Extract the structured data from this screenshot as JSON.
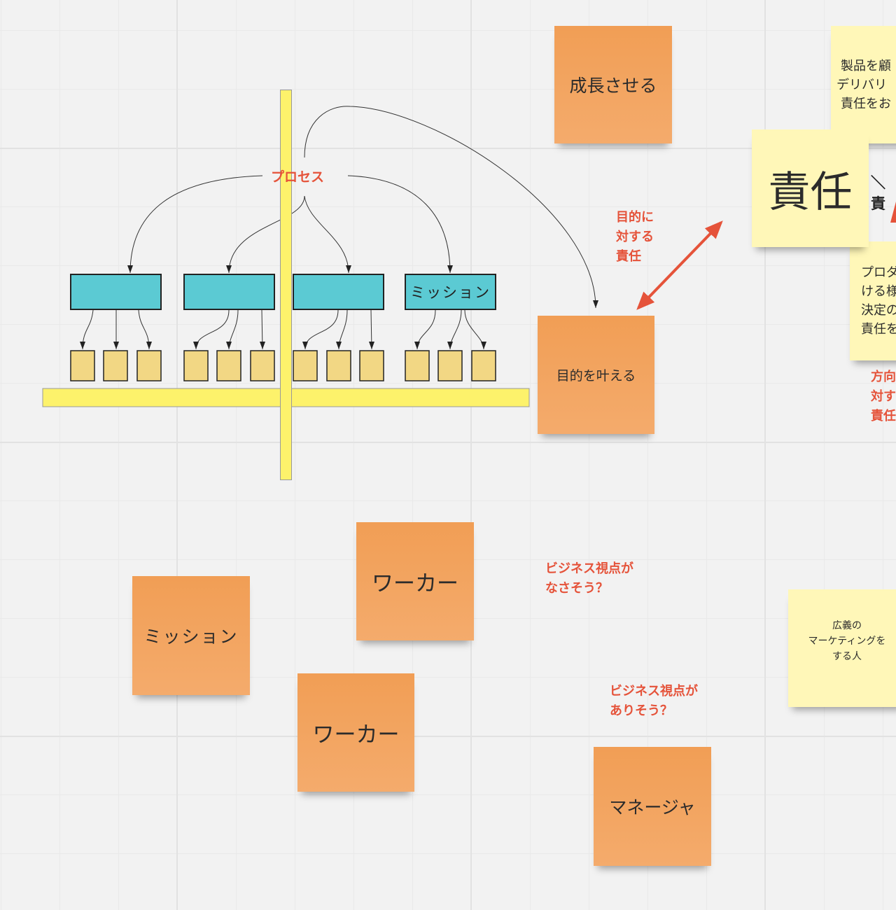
{
  "diagram": {
    "process_label": "プロセス",
    "cyan_boxes": [
      "",
      "",
      "",
      "ミッション"
    ],
    "colors": {
      "cyan": "#5bcad3",
      "small_box": "#f2d784",
      "bar": "#fdf26b",
      "accent_red": "#e5533a",
      "sticky_orange": "#f2a05a",
      "sticky_yellow": "#fff7b8"
    }
  },
  "stickies": {
    "grow": "成長させる",
    "fulfill_purpose": "目的を叶える",
    "responsibility": "責任",
    "product_delivery": [
      "製品を顧",
      "デリバリ",
      "責任をお"
    ],
    "product_decision": [
      "プロダ",
      "ける様",
      "決定の",
      "責任を"
    ],
    "broad_marketing": [
      "広義の",
      "マーケティングを",
      "する人"
    ],
    "worker1": "ワーカー",
    "worker2": "ワーカー",
    "mission": "ミッション",
    "manager": "マネージャ"
  },
  "annotations": {
    "purpose_responsibility": [
      "目的に",
      "対する",
      "責任"
    ],
    "direction_responsibility": [
      "方向",
      "対す",
      "責任"
    ],
    "responsibility_callout": "＼責",
    "no_business_view": [
      "ビジネス視点が",
      "なさそう？"
    ],
    "has_business_view": [
      "ビジネス視点が",
      "ありそう？"
    ]
  }
}
